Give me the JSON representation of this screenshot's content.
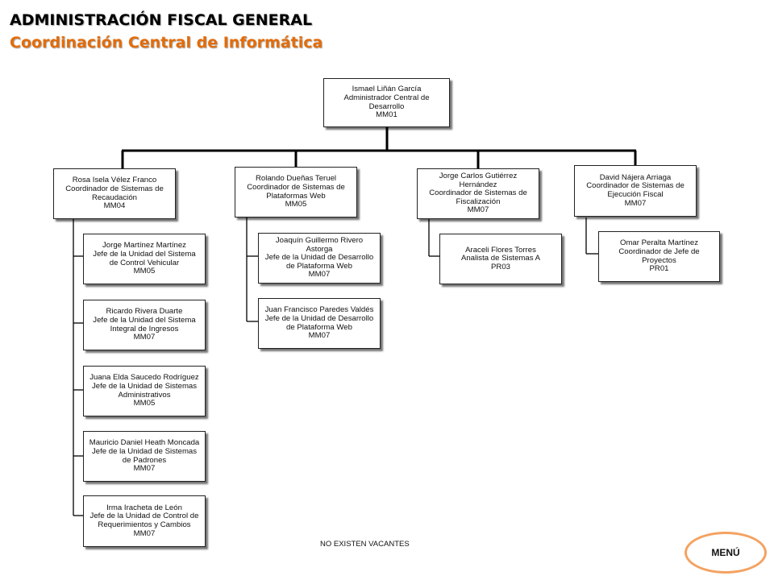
{
  "header": {
    "title": "ADMINISTRACIÓN FISCAL GENERAL",
    "subtitle": "Coordinación Central de Informática"
  },
  "root": {
    "name": "Ismael Liñán García",
    "role_line1": "Administrador Central de",
    "role_line2": "Desarrollo",
    "code": "MM01"
  },
  "coordinators": [
    {
      "name": "Rosa Isela Vélez Franco",
      "role_line1": "Coordinador de Sistemas de",
      "role_line2": "Recaudación",
      "code": "MM04",
      "reports": [
        {
          "name": "Jorge Martínez Martínez",
          "role_line1": "Jefe de la Unidad del Sistema",
          "role_line2": "de Control Vehicular",
          "code": "MM05"
        },
        {
          "name": "Ricardo Rivera Duarte",
          "role_line1": "Jefe de la Unidad  del Sistema",
          "role_line2": "Integral de Ingresos",
          "code": "MM07"
        },
        {
          "name": "Juana Elda Saucedo Rodríguez",
          "role_line1": "Jefe de la Unidad de Sistemas",
          "role_line2": "Administrativos",
          "code": "MM05"
        },
        {
          "name": "Mauricio Daniel Heath Moncada",
          "role_line1": "Jefe de la Unidad de Sistemas",
          "role_line2": "de Padrones",
          "code": "MM07"
        },
        {
          "name": "Irma Iracheta de León",
          "role_line1": "Jefe de la Unidad de Control de",
          "role_line2": "Requerimientos y Cambios",
          "code": "MM07"
        }
      ]
    },
    {
      "name": "Rolando Dueñas Teruel",
      "role_line1": "Coordinador de Sistemas de",
      "role_line2": "Plataformas Web",
      "code": "MM05",
      "reports": [
        {
          "name_line1": "Joaquín Guillermo Rivero",
          "name_line2": "Astorga",
          "role_line1": "Jefe de la Unidad de Desarrollo",
          "role_line2": "de Plataforma Web",
          "code": "MM07"
        },
        {
          "name": "Juan Francisco Paredes Valdés",
          "role_line1": "Jefe de la Unidad de Desarrollo",
          "role_line2": "de Plataforma Web",
          "code": "MM07"
        }
      ]
    },
    {
      "name_line1": "Jorge Carlos Gutiérrez",
      "name_line2": "Hernández",
      "role_line1": "Coordinador de Sistemas de",
      "role_line2": "Fiscalización",
      "code": "MM07",
      "reports": [
        {
          "name": "Araceli Flores Torres",
          "role_line1": "Analista de Sistemas A",
          "code": "PR03"
        }
      ]
    },
    {
      "name": "David Nájera Arriaga",
      "role_line1": "Coordinador de Sistemas de",
      "role_line2": "Ejecución Fiscal",
      "code": "MM07",
      "reports": [
        {
          "name": "Omar Peralta Martínez",
          "role_line1": "Coordinador de Jefe de",
          "role_line2": "Proyectos",
          "code": "PR01"
        }
      ]
    }
  ],
  "footer": {
    "note": "NO EXISTEN  VACANTES",
    "menu_label": "MENÚ"
  }
}
